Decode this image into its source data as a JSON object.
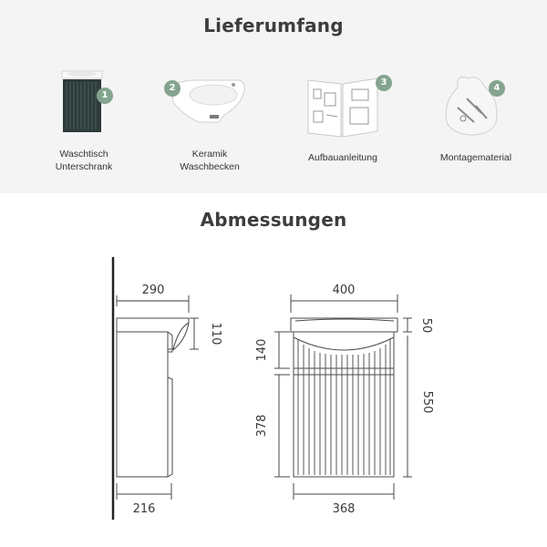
{
  "delivery": {
    "title": "Lieferumfang",
    "items": [
      {
        "number": "1",
        "line1": "Waschtisch",
        "line2": "Unterschrank",
        "icon": "cabinet-icon"
      },
      {
        "number": "2",
        "line1": "Keramik",
        "line2": "Waschbecken",
        "icon": "basin-icon"
      },
      {
        "number": "3",
        "line1": "Aufbauanleitung",
        "line2": "",
        "icon": "manual-icon"
      },
      {
        "number": "4",
        "line1": "Montagematerial",
        "line2": "",
        "icon": "hardware-bag-icon"
      }
    ]
  },
  "dimensions": {
    "title": "Abmessungen",
    "side": {
      "top_depth": "290",
      "basin_height": "110",
      "bottom_depth": "216"
    },
    "front": {
      "top_width": "400",
      "basin_height": "50",
      "upper_section": "140",
      "lower_section": "378",
      "total_height": "550",
      "bottom_width": "368"
    }
  },
  "colors": {
    "accent": "#84a48f",
    "cabinet": "#2d3b3a",
    "background_top": "#f4f4f4"
  }
}
